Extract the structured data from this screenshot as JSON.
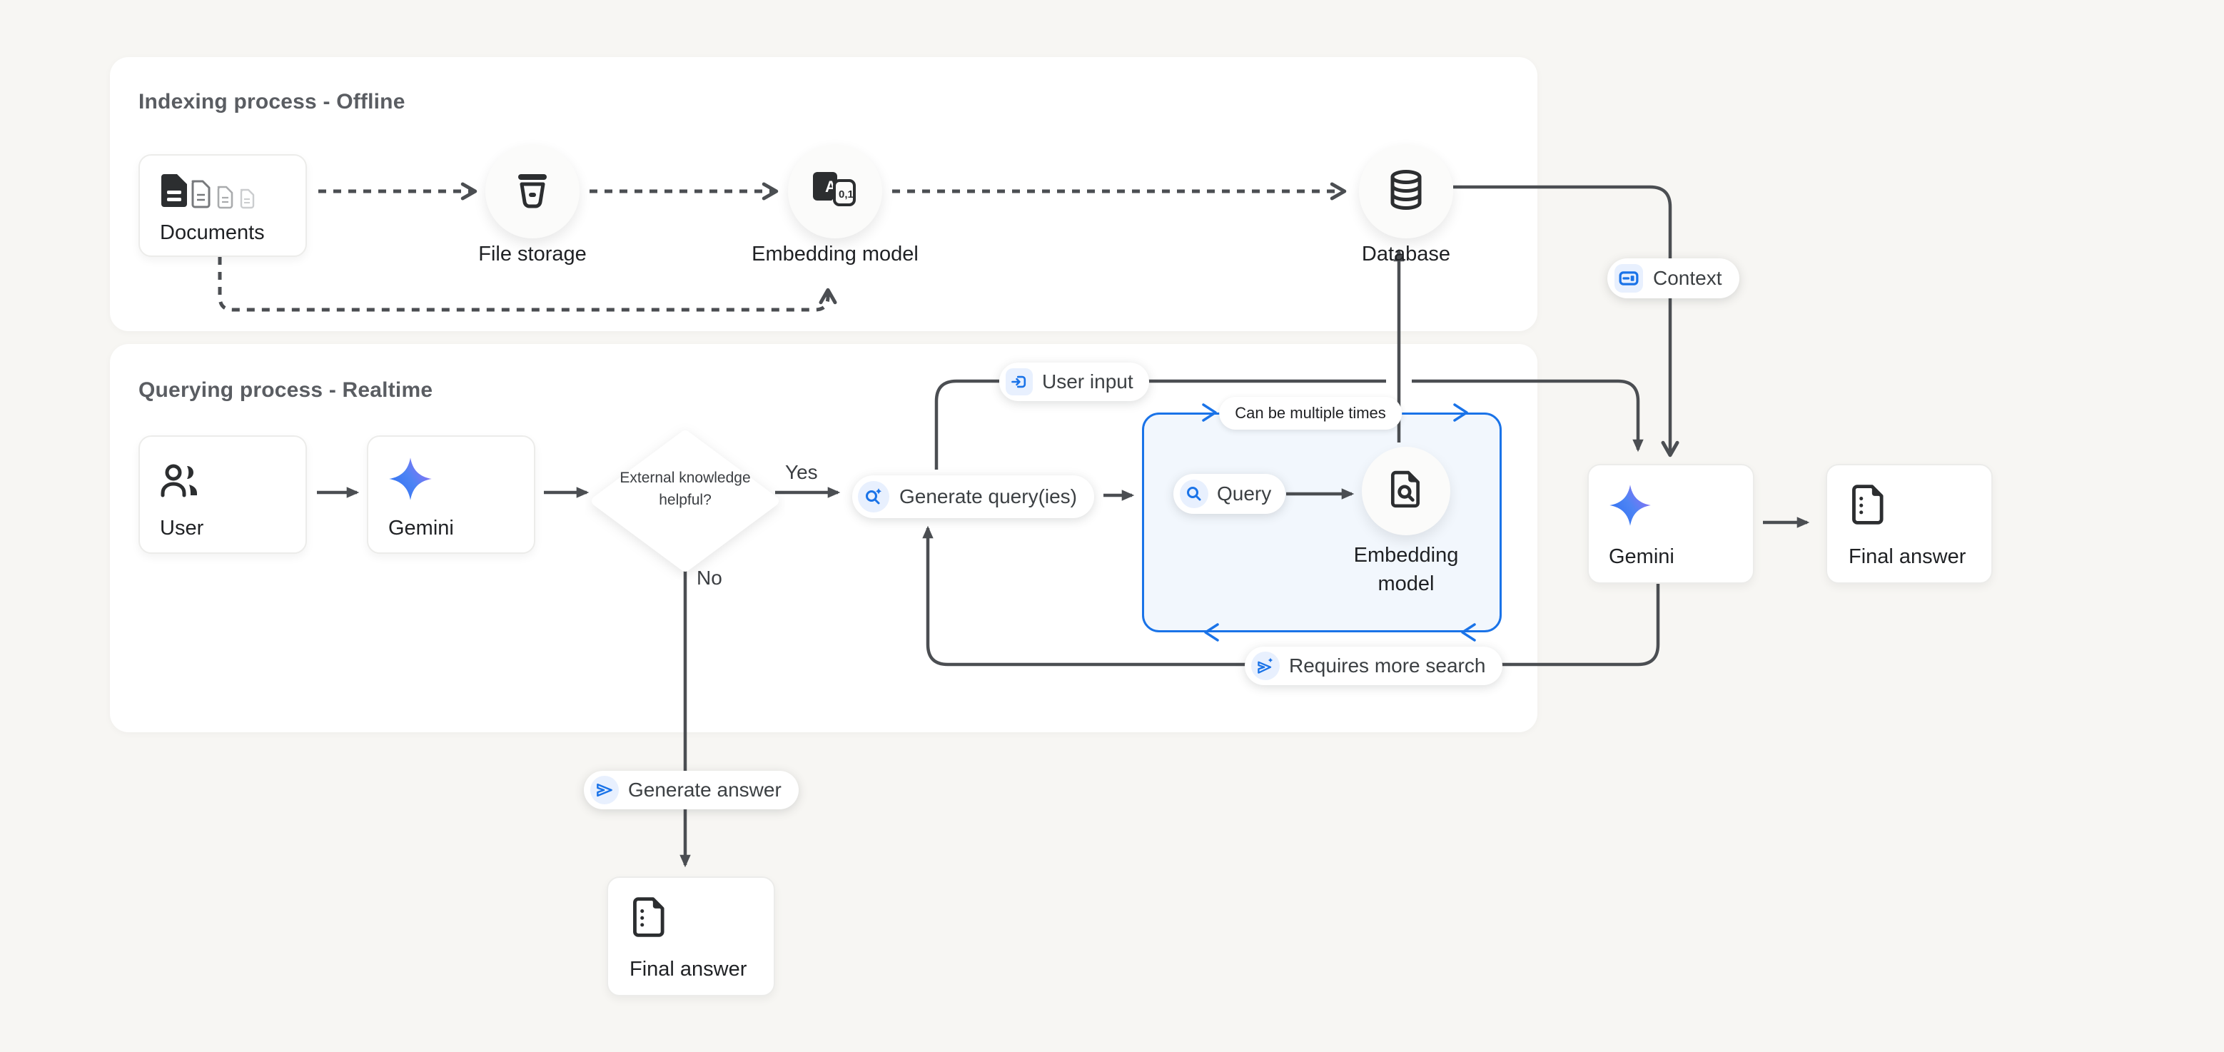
{
  "sections": {
    "indexing": {
      "title": "Indexing process - Offline"
    },
    "querying": {
      "title": "Querying process - Realtime"
    }
  },
  "nodes": {
    "documents": {
      "label": "Documents"
    },
    "file_storage": {
      "label": "File storage"
    },
    "embedding_model_offline": {
      "label": "Embedding model"
    },
    "database": {
      "label": "Database"
    },
    "user": {
      "label": "User"
    },
    "gemini_query": {
      "label": "Gemini"
    },
    "decision": {
      "label": "External knowledge helpful?"
    },
    "generate_queries": {
      "label": "Generate query(ies)"
    },
    "query": {
      "label": "Query"
    },
    "embedding_model_realtime": {
      "label": "Embedding model"
    },
    "gemini_answer": {
      "label": "Gemini"
    },
    "final_answer_right": {
      "label": "Final answer"
    },
    "final_answer_bottom": {
      "label": "Final answer"
    }
  },
  "badges": {
    "context": {
      "label": "Context"
    },
    "user_input": {
      "label": "User input"
    },
    "can_be_multiple_times": {
      "label": "Can be multiple times"
    },
    "requires_more_search": {
      "label": "Requires more search"
    },
    "generate_answer": {
      "label": "Generate answer"
    }
  },
  "edge_labels": {
    "yes": "Yes",
    "no": "No"
  },
  "icon_text": {
    "embedding_a": "A",
    "embedding_01": "0,1"
  },
  "colors": {
    "accent_blue": "#1a73e8",
    "accent_blue_bg": "#e8f0fe",
    "line": "#4b4e52",
    "canvas": "#f7f6f3",
    "card": "#ffffff",
    "loop_box_bg": "#f2f7fd"
  }
}
